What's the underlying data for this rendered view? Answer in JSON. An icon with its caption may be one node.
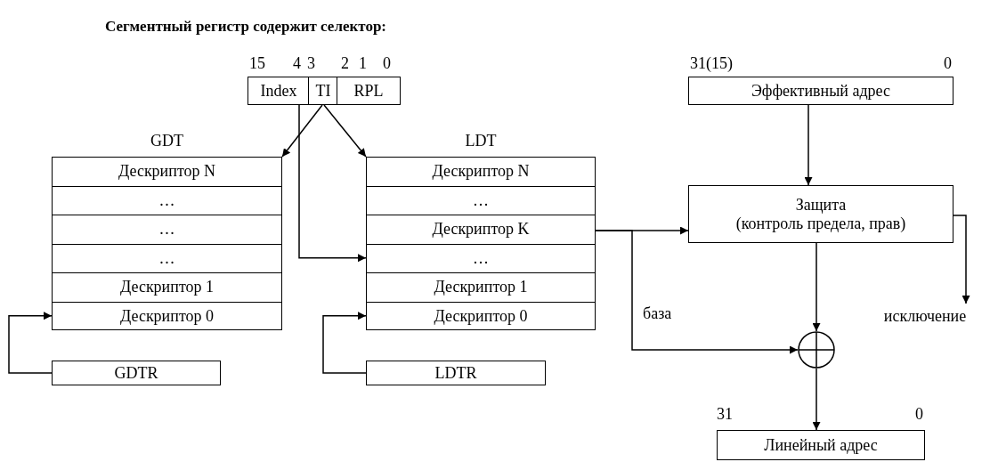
{
  "diagram": {
    "title": "Сегментный регистр содержит селектор:",
    "nodes": [
      {
        "text": [
          "Index"
        ]
      },
      {
        "text": [
          "TI"
        ]
      },
      {
        "text": [
          "RPL"
        ]
      },
      {
        "text": [
          "GDT"
        ]
      },
      {
        "text": [
          "Дескриптор N"
        ],
        "in": 3
      },
      {
        "text": [
          "…"
        ],
        "in": 3
      },
      {
        "text": [
          "…"
        ],
        "in": 3
      },
      {
        "text": [
          "…"
        ],
        "in": 3
      },
      {
        "text": [
          "Дескриптор 1"
        ],
        "in": 3
      },
      {
        "text": [
          "Дескриптор 0"
        ],
        "in": 3
      },
      {
        "text": [
          "LDT"
        ]
      },
      {
        "text": [
          "Дескриптор N"
        ],
        "in": 10
      },
      {
        "text": [
          "…"
        ],
        "in": 10
      },
      {
        "text": [
          "Дескриптор K"
        ],
        "in": 10
      },
      {
        "text": [
          "…"
        ],
        "in": 10
      },
      {
        "text": [
          "Дескриптор 1"
        ],
        "in": 10
      },
      {
        "text": [
          "Дескриптор 0"
        ],
        "in": 10
      },
      {
        "text": [
          "GDTR"
        ]
      },
      {
        "text": [
          "LDTR"
        ]
      },
      {
        "text": [
          "Эффективный адрес"
        ]
      },
      {
        "text": [
          "Защита",
          "(контроль предела, прав)"
        ]
      },
      {
        "text": [],
        "shape": "circle"
      },
      {
        "text": [
          "Линейный адрес"
        ]
      },
      {
        "text": [
          "исключение"
        ]
      }
    ],
    "edges": [
      {
        "from": 1,
        "to": 3,
        "arrow": "to"
      },
      {
        "from": 1,
        "to": 10,
        "arrow": "to"
      },
      {
        "from": 0,
        "to": 14,
        "arrow": "to"
      },
      {
        "from": 17,
        "to": 9,
        "arrow": "to"
      },
      {
        "from": 18,
        "to": 16,
        "arrow": "to"
      },
      {
        "from": 19,
        "to": 20,
        "arrow": "to"
      },
      {
        "from": 13,
        "to": 20,
        "arrow": "to"
      },
      {
        "from": 13,
        "to": 21,
        "arrow": "to",
        "label": "база"
      },
      {
        "from": 20,
        "to": 21,
        "arrow": "to"
      },
      {
        "from": 20,
        "to": 23,
        "arrow": "to"
      },
      {
        "from": 21,
        "to": 22,
        "arrow": "to"
      }
    ],
    "labels": [
      "15",
      "4",
      "3",
      "2",
      "1",
      "0",
      "31(15)",
      "0",
      "31",
      "0"
    ]
  }
}
